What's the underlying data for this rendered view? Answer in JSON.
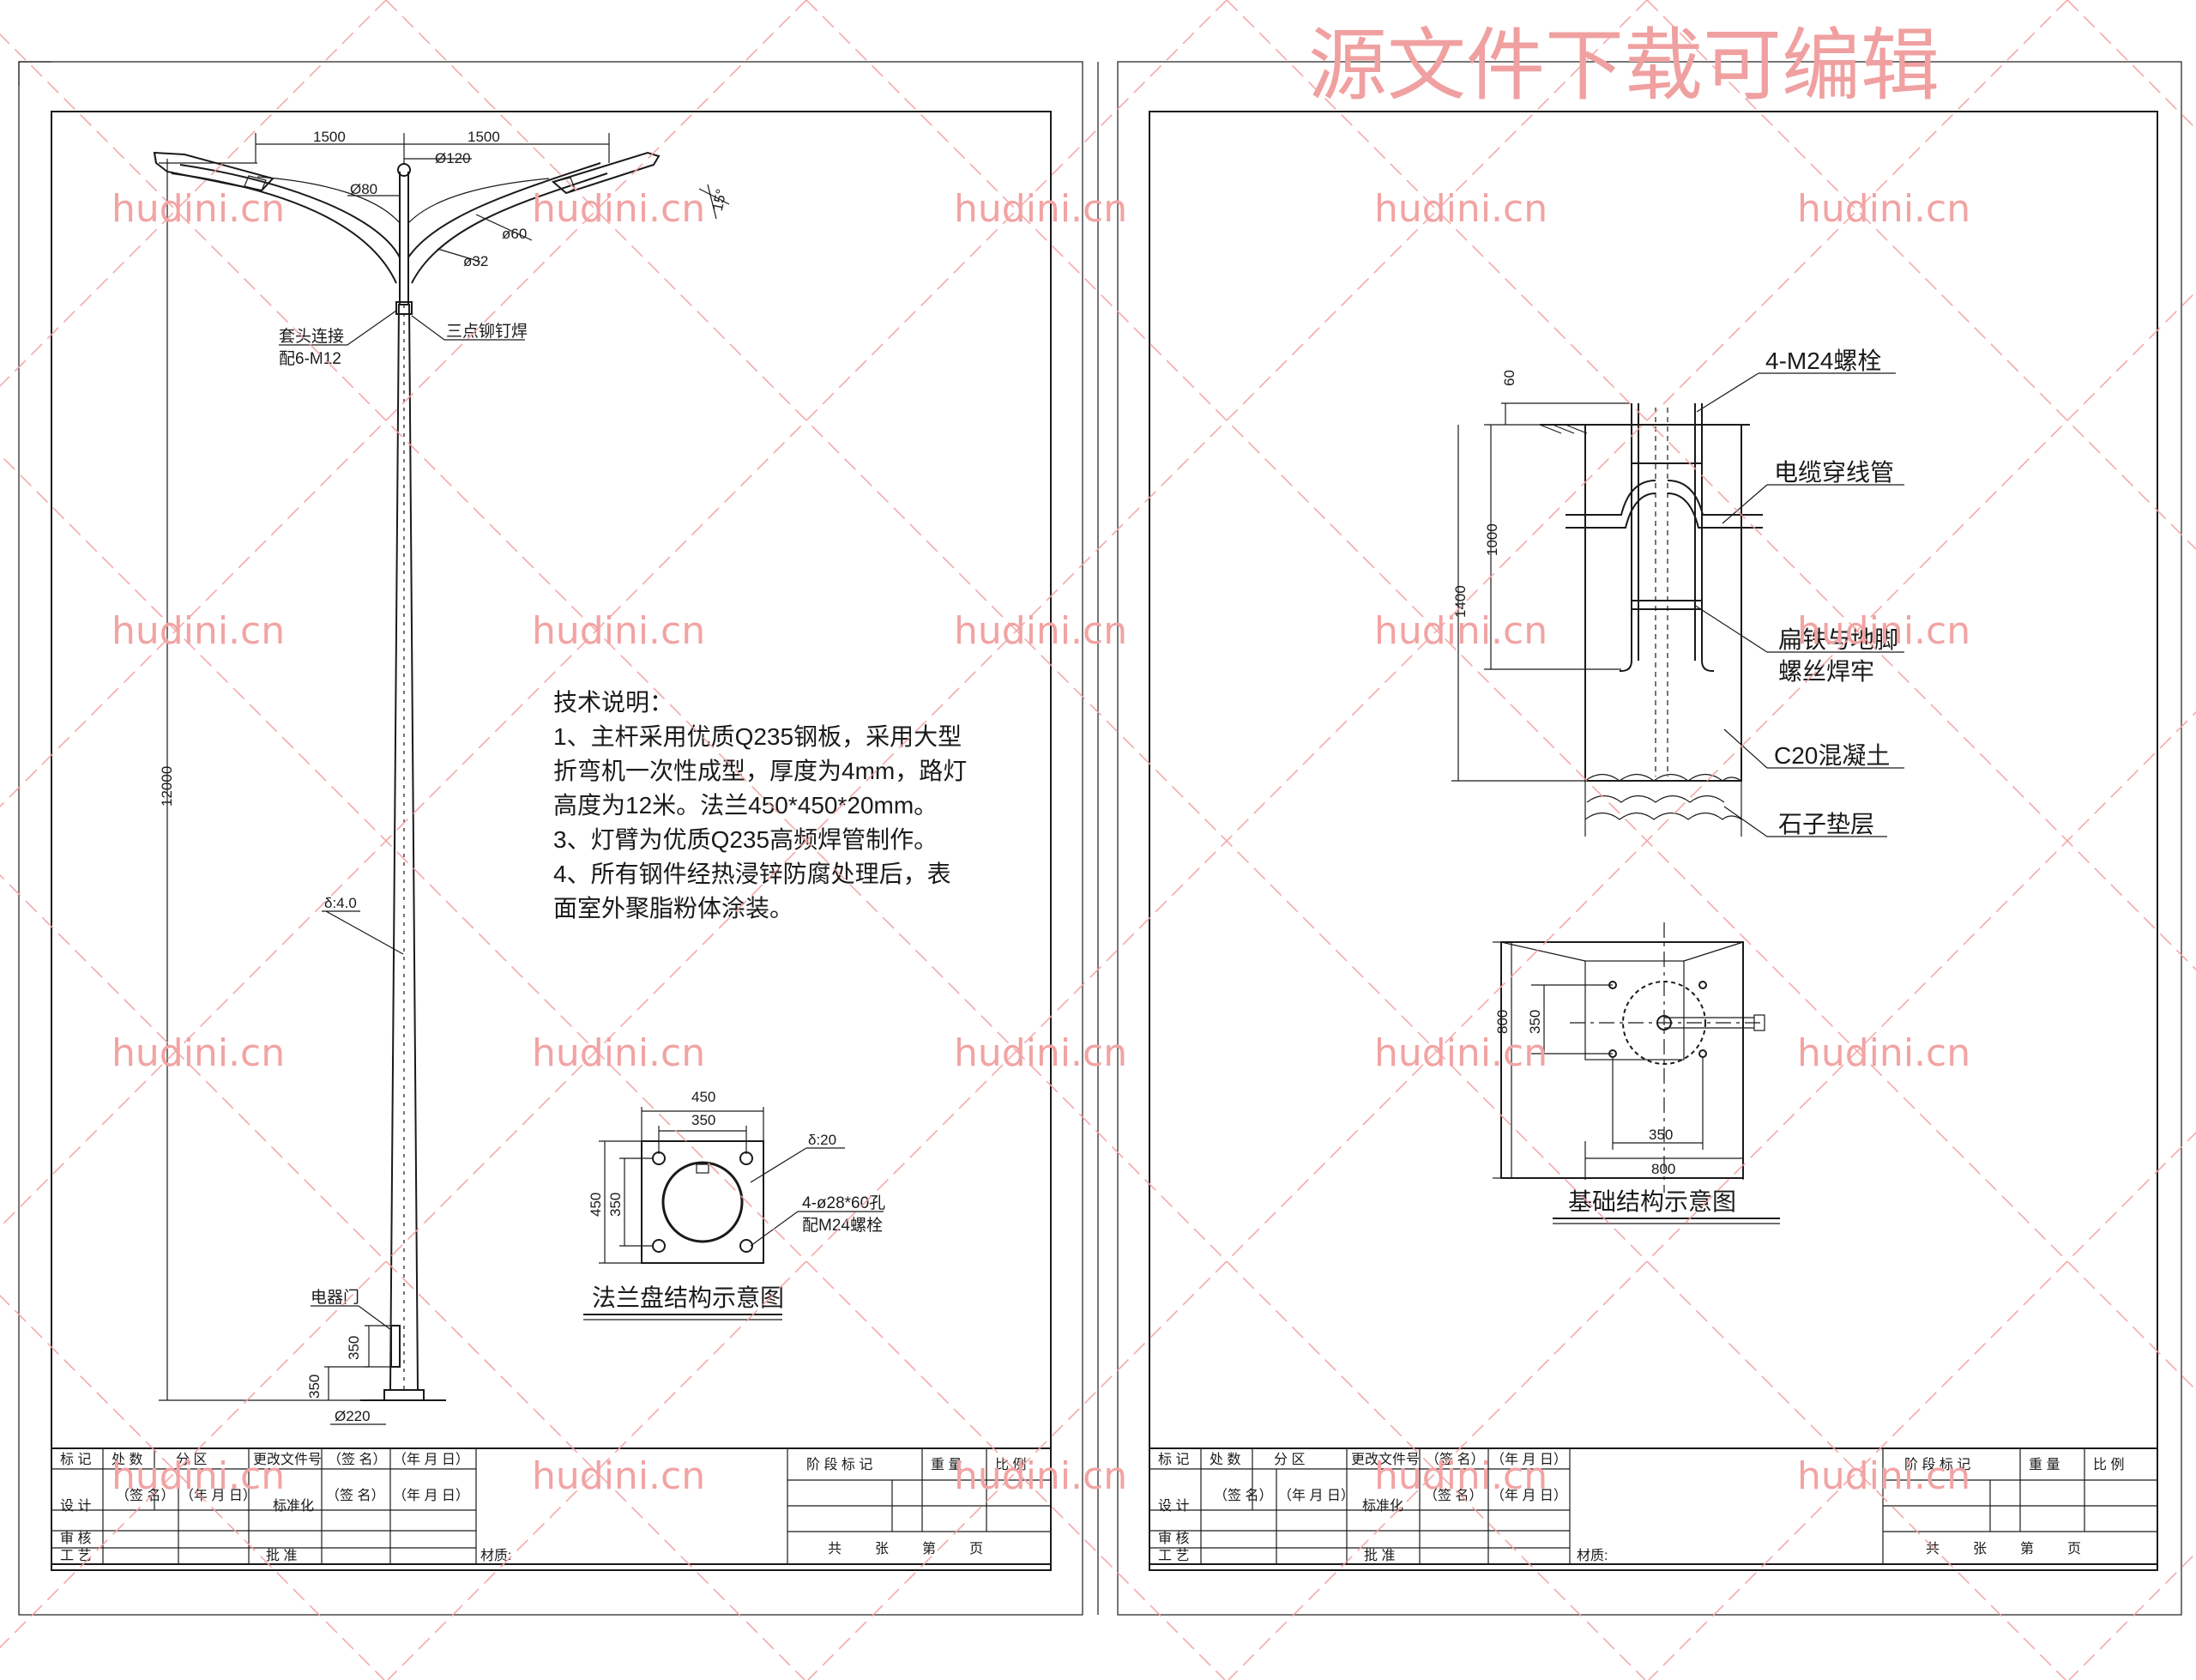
{
  "watermark": {
    "title": "源文件下载可编辑",
    "site": "hudini.cn"
  },
  "left_sheet": {
    "dims": {
      "arm_span_left": "1500",
      "arm_span_right": "1500",
      "d120": "Ø120",
      "d80": "Ø80",
      "d60": "ø60",
      "d32": "ø32",
      "angle": "15°",
      "height": "12000",
      "thickness": "δ:4.0",
      "door_h1": "350",
      "door_h2": "350",
      "base_d": "Ø220"
    },
    "labels": {
      "sleeve_joint": "套头连接",
      "sleeve_bolt": "配6-M12",
      "rivet_weld": "三点铆钉焊",
      "electrical_door": "电器门"
    },
    "tech_notes": {
      "title": "技术说明：",
      "lines": [
        "1、主杆采用优质Q235钢板，采用大型",
        "折弯机一次性成型，厚度为4mm，路灯",
        "高度为12米。法兰450*450*20mm。",
        "3、灯臂为优质Q235高频焊管制作。",
        "4、所有钢件经热浸锌防腐处理后，表",
        "面室外聚脂粉体涂装。"
      ]
    },
    "flange": {
      "outer": "450",
      "inner": "350",
      "side_outer": "450",
      "side_inner": "350",
      "thickness": "δ:20",
      "holes": "4-ø28*60孔",
      "bolts": "配M24螺栓",
      "caption": "法兰盘结构示意图"
    }
  },
  "right_sheet": {
    "foundation": {
      "bolts": "4-M24螺栓",
      "conduit": "电缆穿线管",
      "flat_iron_1": "扁铁与地脚",
      "flat_iron_2": "螺丝焊牢",
      "concrete": "C20混凝土",
      "gravel": "石子垫层",
      "dim_60": "60",
      "dim_1000": "1000",
      "dim_1400": "1400"
    },
    "plan": {
      "side": "800",
      "inner_side": "350",
      "bottom_inner": "350",
      "bottom_outer": "800",
      "caption": "基础结构示意图"
    }
  },
  "title_block": {
    "row1": [
      "标 记",
      "处 数",
      "分 区",
      "更改文件号",
      "（签 名）",
      "（年 月 日）"
    ],
    "row2": [
      "设 计",
      "（签 名）",
      "（年 月 日）",
      "标准化",
      "（签 名）",
      "（年 月 日）"
    ],
    "row3": [
      "审 核"
    ],
    "row4": [
      "工 艺",
      "批 准"
    ],
    "stage": "阶 段 标 记",
    "weight": "重 量",
    "scale": "比 例",
    "material": "材质:",
    "sheets": [
      "共",
      "张",
      "第",
      "页"
    ]
  }
}
